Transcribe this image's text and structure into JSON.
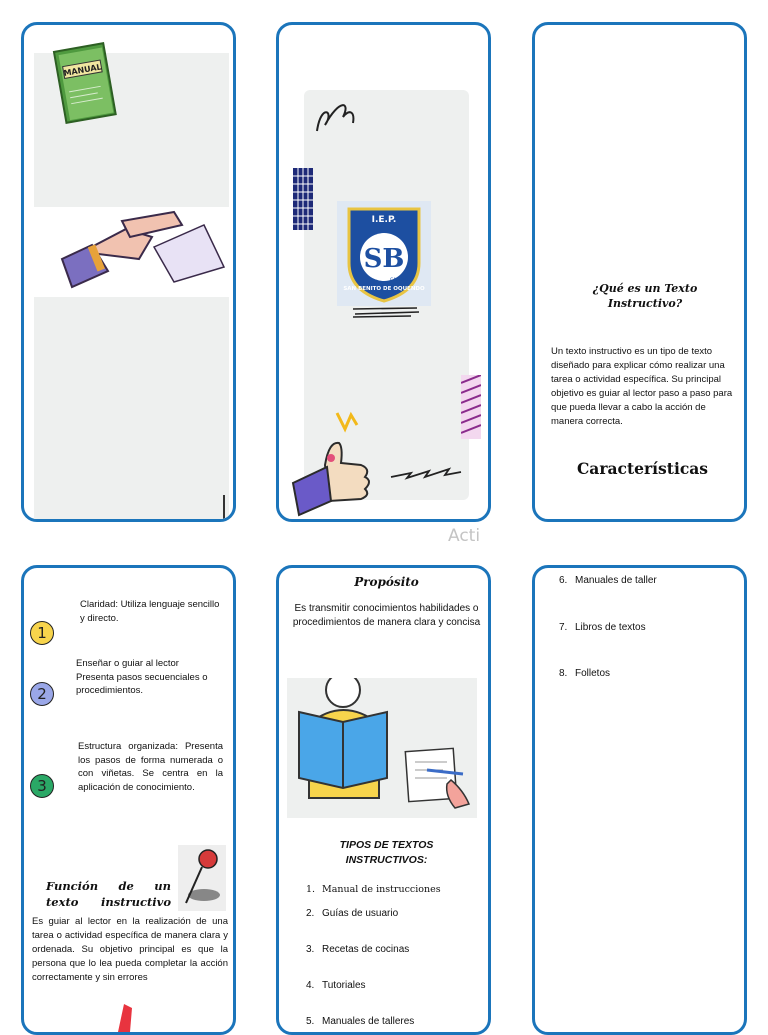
{
  "watermark": "Acti",
  "panel1": {
    "manual_book_title": "MANUAL"
  },
  "panel2": {
    "logo": {
      "top": "I.E.P.",
      "initials": "SB",
      "ring": "SAN BENITO DE OQUENDO",
      "sub": "CALLAO"
    }
  },
  "panel3": {
    "question_title": "¿Qué es un Texto Instructivo?",
    "definition": "Un texto instructivo es un tipo de texto diseñado para explicar cómo realizar una tarea o actividad específica. Su principal objetivo es guiar al lector paso a paso para que pueda llevar a cabo la acción de manera correcta.",
    "features_heading": "Características"
  },
  "panel4": {
    "features": [
      {
        "number": "1",
        "color": "#f7d44c",
        "text": "Claridad: Utiliza lenguaje sencillo y directo."
      },
      {
        "number": "2",
        "color": "#9aa7e8",
        "text": "Enseñar o guiar al lector Presenta pasos secuenciales o procedimientos."
      },
      {
        "number": "3",
        "color": "#2aa866",
        "text": "Estructura organizada: Presenta los pasos de forma numerada o con viñetas. Se centra en la aplicación de conocimiento."
      }
    ],
    "function_title": "Función de un texto instructivo",
    "function_text": "Es guiar al lector en la realización de una tarea o actividad específica de manera clara y ordenada. Su objetivo principal es que la persona que lo lea pueda completar la acción correctamente y sin errores"
  },
  "panel5": {
    "purpose_title": "Propósito",
    "purpose_text": "Es transmitir conocimientos habilidades o procedimientos de manera clara y concisa",
    "types_title": "TIPOS DE TEXTOS INSTRUCTIVOS:",
    "types": [
      {
        "number": "1.",
        "label": "Manual de instrucciones"
      },
      {
        "number": "2.",
        "label": "Guías de usuario"
      },
      {
        "number": "3.",
        "label": "Recetas de cocinas"
      },
      {
        "number": "4.",
        "label": "Tutoriales"
      },
      {
        "number": "5.",
        "label": "Manuales de talleres"
      }
    ]
  },
  "panel6": {
    "types": [
      {
        "number": "6.",
        "label": "Manuales de taller"
      },
      {
        "number": "7.",
        "label": "Libros de textos"
      },
      {
        "number": "8.",
        "label": "Folletos"
      }
    ]
  }
}
